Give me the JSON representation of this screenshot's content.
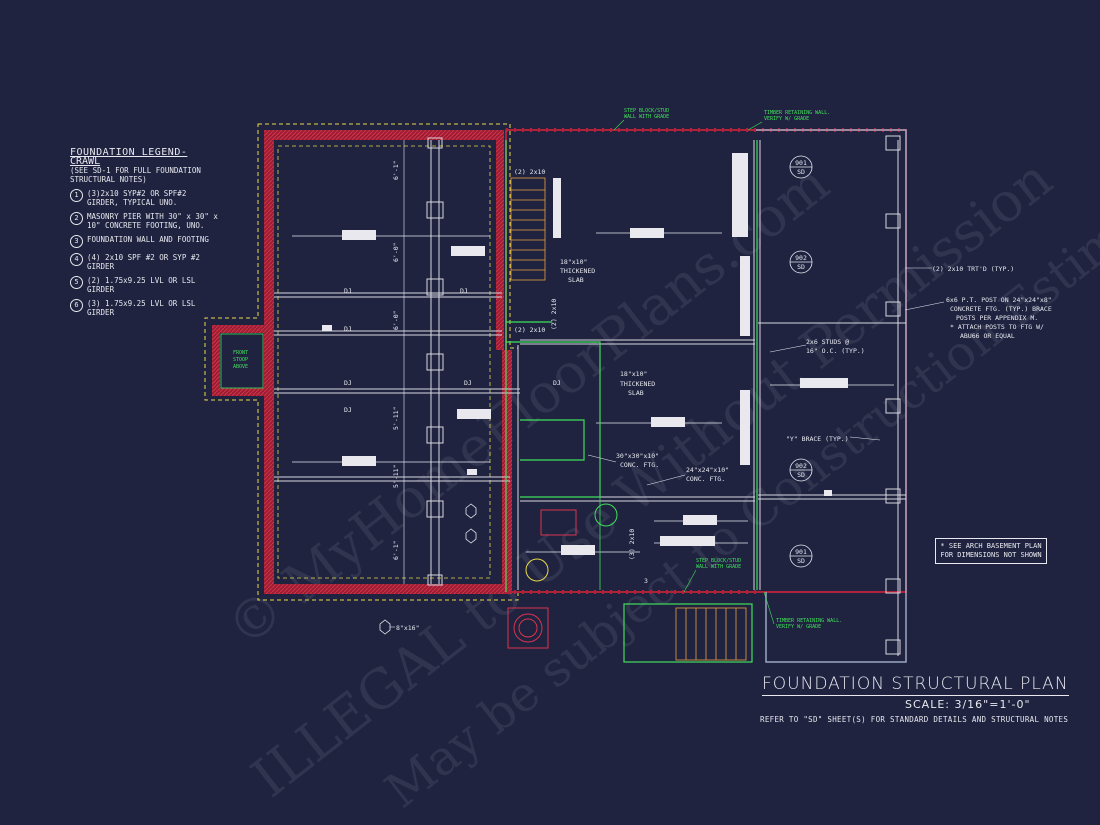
{
  "legend": {
    "title": "FOUNDATION LEGEND-",
    "subtitle": "CRAWL",
    "note": "(SEE SD-1 FOR FULL FOUNDATION STRUCTURAL NOTES)",
    "items": [
      {
        "num": "1",
        "text": "(3)2x10 SYP#2 OR SPF#2 GIRDER, TYPICAL UNO."
      },
      {
        "num": "2",
        "text": "MASONRY PIER WITH 30\" x 30\" x 10\" CONCRETE FOOTING, UNO."
      },
      {
        "num": "3",
        "text": "FOUNDATION WALL AND FOOTING"
      },
      {
        "num": "4",
        "text": "(4) 2x10 SPF #2 OR SYP #2 GIRDER"
      },
      {
        "num": "5",
        "text": "(2) 1.75x9.25 LVL OR LSL GIRDER"
      },
      {
        "num": "6",
        "text": "(3) 1.75x9.25 LVL OR LSL GIRDER"
      }
    ]
  },
  "labels": {
    "step_wall_top": "STEP BLOCK/STUD",
    "step_wall_top2": "WALL WITH GRADE",
    "timber_top": "TIMBER RETAINING WALL.",
    "timber_top2": "VERIFY W/ GRADE",
    "step_wall_bottom": "STEP BLOCK/STUD",
    "step_wall_bottom2": "WALL WITH GRADE",
    "timber_bottom": "TIMBER RETAINING WALL.",
    "timber_bottom2": "VERIFY W/ GRADE",
    "front_stoop": "FRONT",
    "front_stoop2": "STOOP",
    "front_stoop3": "ABOVE",
    "thick_slab_1a": "18\"x10\"",
    "thick_slab_1b": "THICKENED",
    "thick_slab_1c": "SLAB",
    "thick_slab_2a": "18\"x10\"",
    "thick_slab_2b": "THICKENED",
    "thick_slab_2c": "SLAB",
    "conc_ftg_30": "30\"x30\"x10\"",
    "conc_ftg_30b": "CONC. FTG.",
    "conc_ftg_24": "24\"x24\"x10\"",
    "conc_ftg_24b": "CONC. FTG.",
    "studs": "2x6 STUDS @",
    "studs2": "16\" O.C. (TYP.)",
    "trtd": "(2) 2x10 TRT'D (TYP.)",
    "post1": "6x6 P.T. POST ON 24\"x24\"x8\"",
    "post2": "CONCRETE FTG. (TYP.) BRACE",
    "post3": "POSTS PER APPENDIX M.",
    "post4": "* ATTACH POSTS TO FTG W/",
    "post5": "ABU66 OR EQUAL",
    "ybrace": "\"Y\" BRACE (TYP.)",
    "hex_note": "8\"x16\"",
    "dj": "DJ",
    "two_2x10_a": "(2) 2x10",
    "two_2x10_b": "(2) 2x10",
    "two_2x10_c": "(2) 2x10",
    "two_2x10_d": "(3) 2x10",
    "dim_6_1": "6'-1\"",
    "dim_6_0a": "6'-0\"",
    "dim_6_0b": "6'-0\"",
    "dim_5_11a": "5'-11\"",
    "dim_5_11b": "5'-11\"",
    "dim_6_1b": "6'-1\"",
    "detail_901_top": "901",
    "detail_902_top": "902",
    "detail_902_bot": "902",
    "detail_901_bot": "901",
    "detail_sd": "SD",
    "three": "3"
  },
  "note_box": "* SEE ARCH BASEMENT PLAN FOR DIMENSIONS NOT SHOWN",
  "title": "FOUNDATION STRUCTURAL PLAN",
  "scale": "SCALE:  3/16\"=1'-0\"",
  "refer": "REFER TO \"SD\" SHEET(S) FOR STANDARD DETAILS AND STRUCTURAL NOTES",
  "watermarks": [
    "© MyHomeFloorPlans.com",
    "ILLEGAL to Use Without Permission",
    "May be subject to Construction Estimations"
  ],
  "colors": {
    "background": "#1f2340",
    "wall_red": "#b0223a",
    "green": "#3fe05a",
    "yellow": "#e8d84a",
    "line": "#e8e8ee"
  }
}
